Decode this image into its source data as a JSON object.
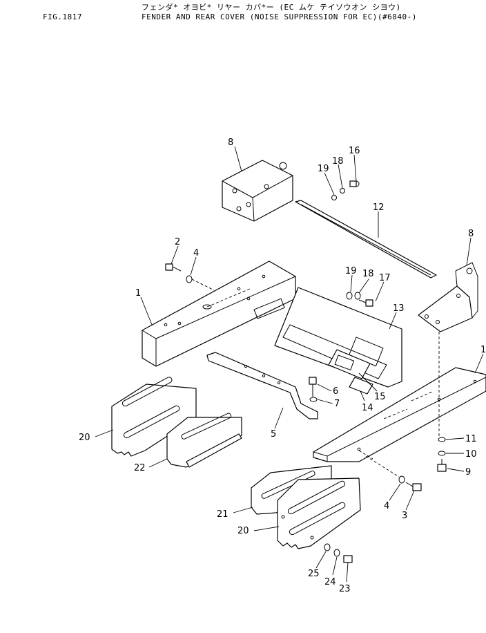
{
  "header": {
    "figure_number": "FIG.1817",
    "title_japanese": "フェンダ* オヨビ* リヤー カバ*ー (EC ムケ テイソウオン シヨウ)",
    "title_english": "FENDER AND REAR COVER (NOISE SUPPRESSION FOR EC)(#6840-)"
  },
  "callouts": {
    "c1a": "1",
    "c1b": "1",
    "c2": "2",
    "c3": "3",
    "c4a": "4",
    "c4b": "4",
    "c5": "5",
    "c6": "6",
    "c7": "7",
    "c8a": "8",
    "c8b": "8",
    "c9": "9",
    "c10": "10",
    "c11": "11",
    "c12": "12",
    "c13": "13",
    "c14": "14",
    "c15": "15",
    "c16": "16",
    "c17": "17",
    "c18a": "18",
    "c18b": "18",
    "c19a": "19",
    "c19b": "19",
    "c20a": "20",
    "c20b": "20",
    "c21": "21",
    "c22": "22",
    "c23": "23",
    "c24": "24",
    "c25": "25"
  }
}
